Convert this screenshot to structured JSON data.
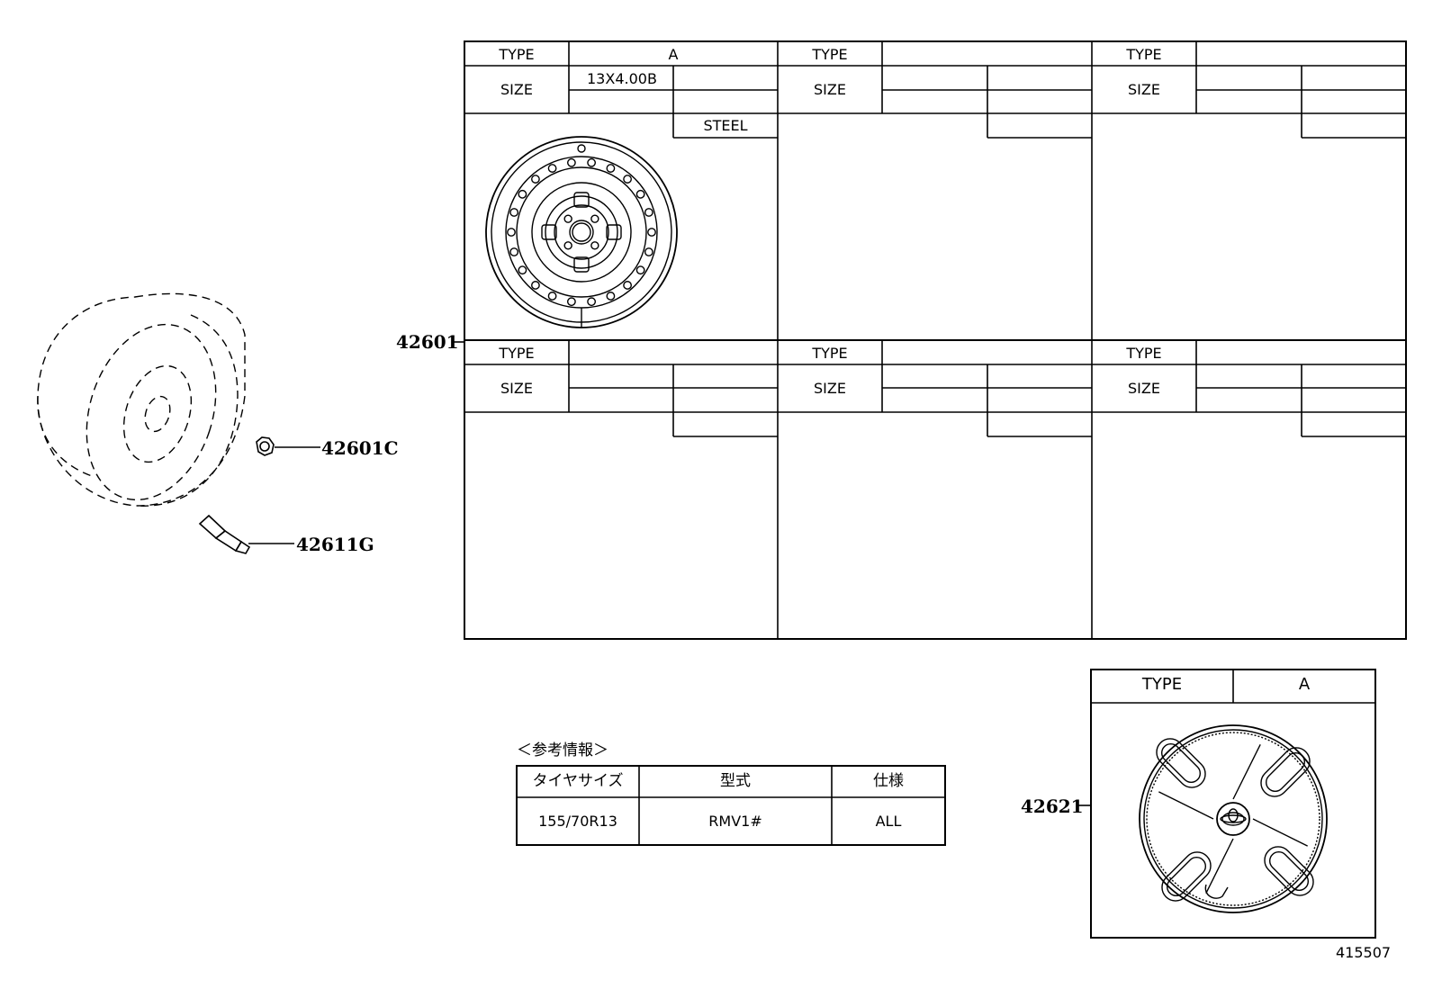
{
  "parts": {
    "wheel_main": "42601",
    "hub_nut": "42601C",
    "valve": "42611G",
    "wheel_cap": "42621"
  },
  "wheel_table": {
    "type_label": "TYPE",
    "size_label": "SIZE",
    "type_a": "A",
    "size_a": "13X4.00B",
    "material_a": "STEEL"
  },
  "cap_table": {
    "type_label": "TYPE",
    "type_value": "A"
  },
  "reference": {
    "title": "＜参考情報＞",
    "headers": [
      "タイヤサイズ",
      "型式",
      "仕様"
    ],
    "row": [
      "155/70R13",
      "RMV1#",
      "ALL"
    ]
  },
  "page_number": "415507"
}
